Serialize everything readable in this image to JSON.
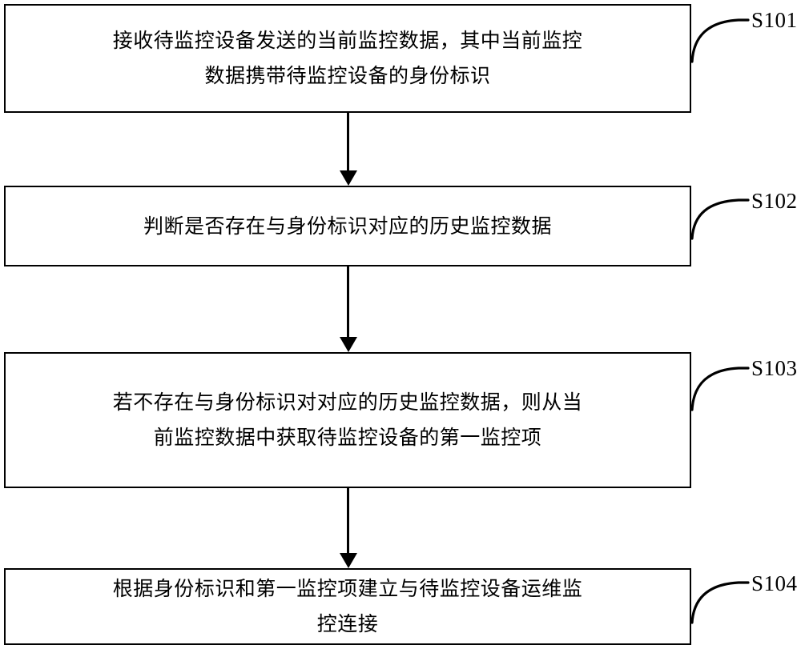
{
  "diagram": {
    "type": "flowchart",
    "orientation": "vertical",
    "line_color": "#000000",
    "background_color": "#ffffff",
    "steps": [
      {
        "id": "S101",
        "label": "S101",
        "text": "接收待监控设备发送的当前监控数据，其中当前监控\n数据携带待监控设备的身份标识"
      },
      {
        "id": "S102",
        "label": "S102",
        "text": "判断是否存在与身份标识对应的历史监控数据"
      },
      {
        "id": "S103",
        "label": "S103",
        "text": "若不存在与身份标识对对应的历史监控数据，则从当\n前监控数据中获取待监控设备的第一监控项"
      },
      {
        "id": "S104",
        "label": "S104",
        "text": "根据身份标识和第一监控项建立与待监控设备运维监\n控连接"
      }
    ],
    "connectors": [
      {
        "from": "S101",
        "to": "S102",
        "arrow": "down"
      },
      {
        "from": "S102",
        "to": "S103",
        "arrow": "down"
      },
      {
        "from": "S103",
        "to": "S104",
        "arrow": "down"
      }
    ]
  }
}
